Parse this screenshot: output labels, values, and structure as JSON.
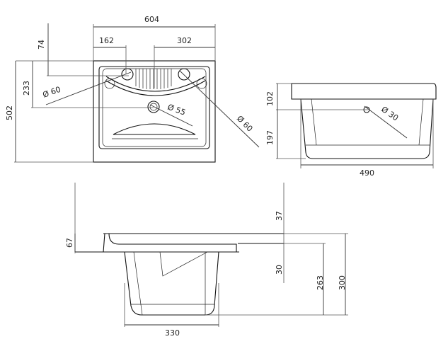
{
  "top_view": {
    "width": "604",
    "offset_left": "162",
    "offset_right": "302",
    "depth_74": "74",
    "depth_233": "233",
    "depth_502": "502",
    "hole_left": "Ø 60",
    "hole_drain": "Ø 55",
    "hole_right": "Ø 60"
  },
  "side_view": {
    "rim_height": "102",
    "basin_height": "197",
    "hole": "Ø 30",
    "basin_width": "490"
  },
  "front_view": {
    "dim_37": "37",
    "dim_67": "67",
    "dim_30": "30",
    "dim_263": "263",
    "dim_300": "300",
    "dim_330": "330"
  }
}
